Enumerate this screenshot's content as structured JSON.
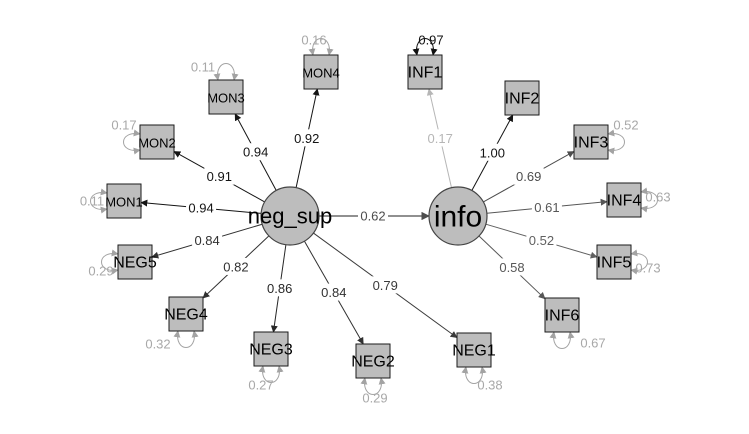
{
  "diagram": {
    "latents": [
      {
        "id": "neg_sup",
        "label": "neg_sup"
      },
      {
        "id": "info",
        "label": "info"
      }
    ],
    "indicators": [
      {
        "id": "MON4",
        "label": "MON4",
        "loading": "0.92",
        "error_var": "0.16",
        "factor": "neg_sup",
        "shade": 0.0
      },
      {
        "id": "MON3",
        "label": "MON3",
        "loading": "0.94",
        "error_var": "0.11",
        "factor": "neg_sup",
        "shade": 0.0
      },
      {
        "id": "MON2",
        "label": "MON2",
        "loading": "0.91",
        "error_var": "0.17",
        "factor": "neg_sup",
        "shade": 0.0
      },
      {
        "id": "MON1",
        "label": "MON1",
        "loading": "0.94",
        "error_var": "0.11",
        "factor": "neg_sup",
        "shade": 0.0
      },
      {
        "id": "NEG5",
        "label": "NEG5",
        "loading": "0.84",
        "error_var": "0.29",
        "factor": "neg_sup",
        "shade": 0.15
      },
      {
        "id": "NEG4",
        "label": "NEG4",
        "loading": "0.82",
        "error_var": "0.32",
        "factor": "neg_sup",
        "shade": 0.15
      },
      {
        "id": "NEG3",
        "label": "NEG3",
        "loading": "0.86",
        "error_var": "0.27",
        "factor": "neg_sup",
        "shade": 0.1
      },
      {
        "id": "NEG2",
        "label": "NEG2",
        "loading": "0.84",
        "error_var": "0.29",
        "factor": "neg_sup",
        "shade": 0.15
      },
      {
        "id": "NEG1",
        "label": "NEG1",
        "loading": "0.79",
        "error_var": "0.38",
        "factor": "neg_sup",
        "shade": 0.2
      },
      {
        "id": "INF1",
        "label": "INF1",
        "loading": "0.17",
        "error_var": "0.97",
        "factor": "info",
        "shade": 0.85
      },
      {
        "id": "INF2",
        "label": "INF2",
        "loading": "1.00",
        "error_var": "",
        "factor": "info",
        "shade": 0.0
      },
      {
        "id": "INF3",
        "label": "INF3",
        "loading": "0.69",
        "error_var": "0.52",
        "factor": "info",
        "shade": 0.3
      },
      {
        "id": "INF4",
        "label": "INF4",
        "loading": "0.61",
        "error_var": "0.63",
        "factor": "info",
        "shade": 0.35
      },
      {
        "id": "INF5",
        "label": "INF5",
        "loading": "0.52",
        "error_var": "0.73",
        "factor": "info",
        "shade": 0.4
      },
      {
        "id": "INF6",
        "label": "INF6",
        "loading": "0.58",
        "error_var": "0.67",
        "factor": "info",
        "shade": 0.35
      }
    ],
    "structural": [
      {
        "from": "neg_sup",
        "to": "info",
        "coef": "0.62",
        "shade": 0.3
      }
    ]
  }
}
